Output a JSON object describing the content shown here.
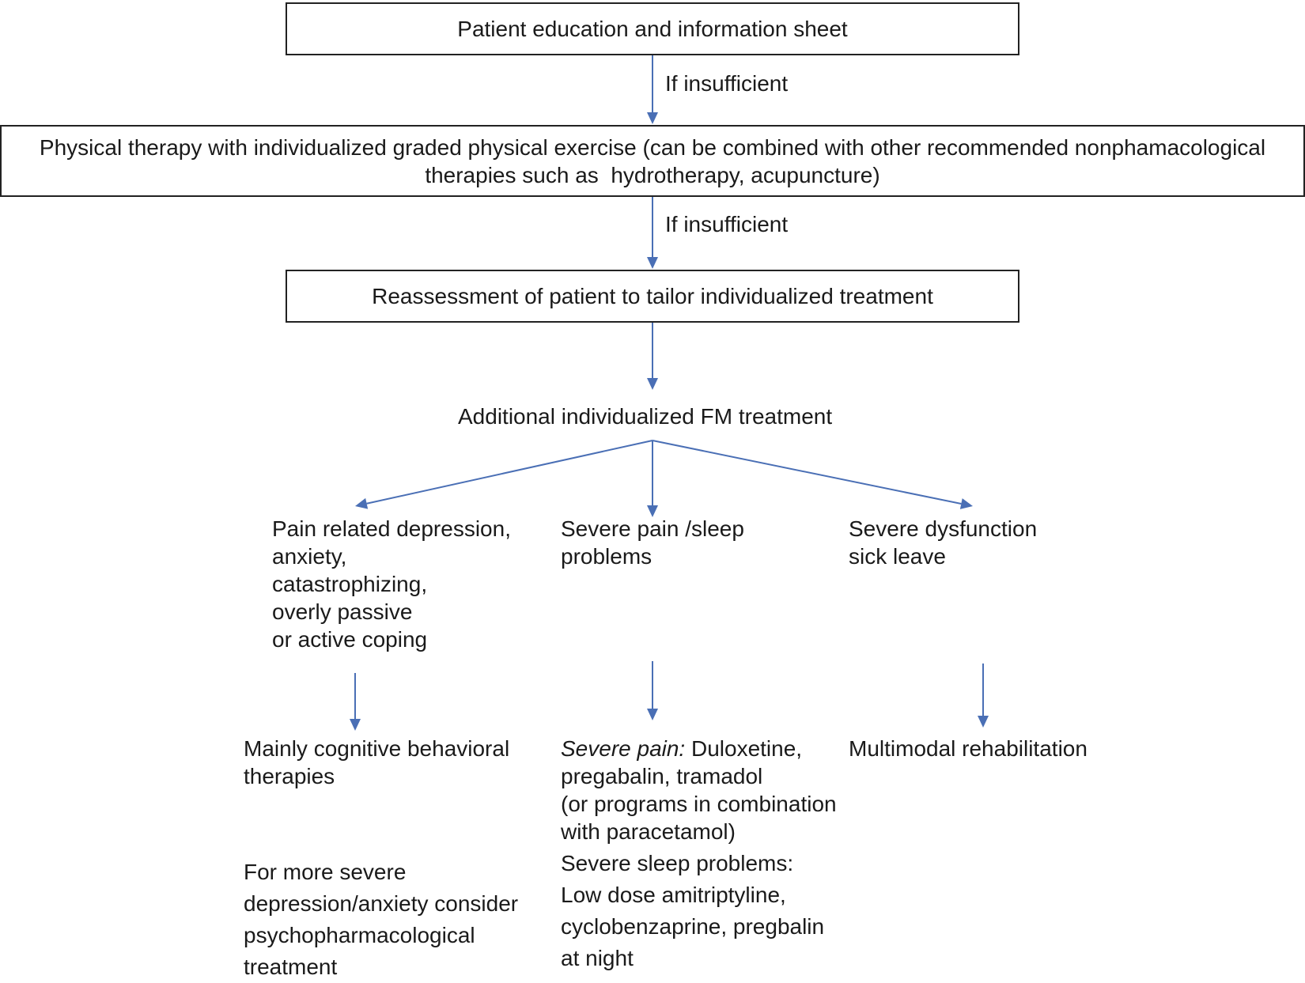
{
  "boxes": {
    "education": "Patient education and information sheet",
    "physical_therapy_line1": "Physical therapy with individualized graded physical exercise (can be combined with other recommended nonphamacological",
    "physical_therapy_line2": "therapies such as  hydrotherapy, acupuncture)",
    "reassessment": "Reassessment of patient to tailor individualized treatment"
  },
  "connectors": {
    "if_insufficient_1": "If insufficient",
    "if_insufficient_2": "If insufficient"
  },
  "additional": "Additional individualized FM treatment",
  "branches": {
    "left": {
      "condition": [
        "Pain related depression,",
        "anxiety,",
        "catastrophizing,",
        "overly passive",
        "or active coping"
      ],
      "treatment": [
        "Mainly cognitive behavioral",
        "therapies"
      ],
      "extra": [
        "For more severe",
        "depression/anxiety consider",
        "psychopharmacological",
        "treatment"
      ]
    },
    "middle": {
      "condition": [
        "Severe pain /sleep",
        "problems"
      ],
      "treatment_italic": "Severe pain:",
      "treatment_rest": " Duloxetine,",
      "treatment": [
        "pregabalin, tramadol",
        "(or programs in combination",
        "with paracetamol)"
      ],
      "extra": [
        "Severe sleep problems:",
        "Low dose amitriptyline,",
        "cyclobenzaprine, pregbalin",
        "at night"
      ]
    },
    "right": {
      "condition": [
        "Severe dysfunction",
        "sick leave"
      ],
      "treatment": [
        "Multimodal rehabilitation"
      ]
    }
  },
  "colors": {
    "arrow": "#4a6fb5",
    "box_border": "#222222"
  }
}
